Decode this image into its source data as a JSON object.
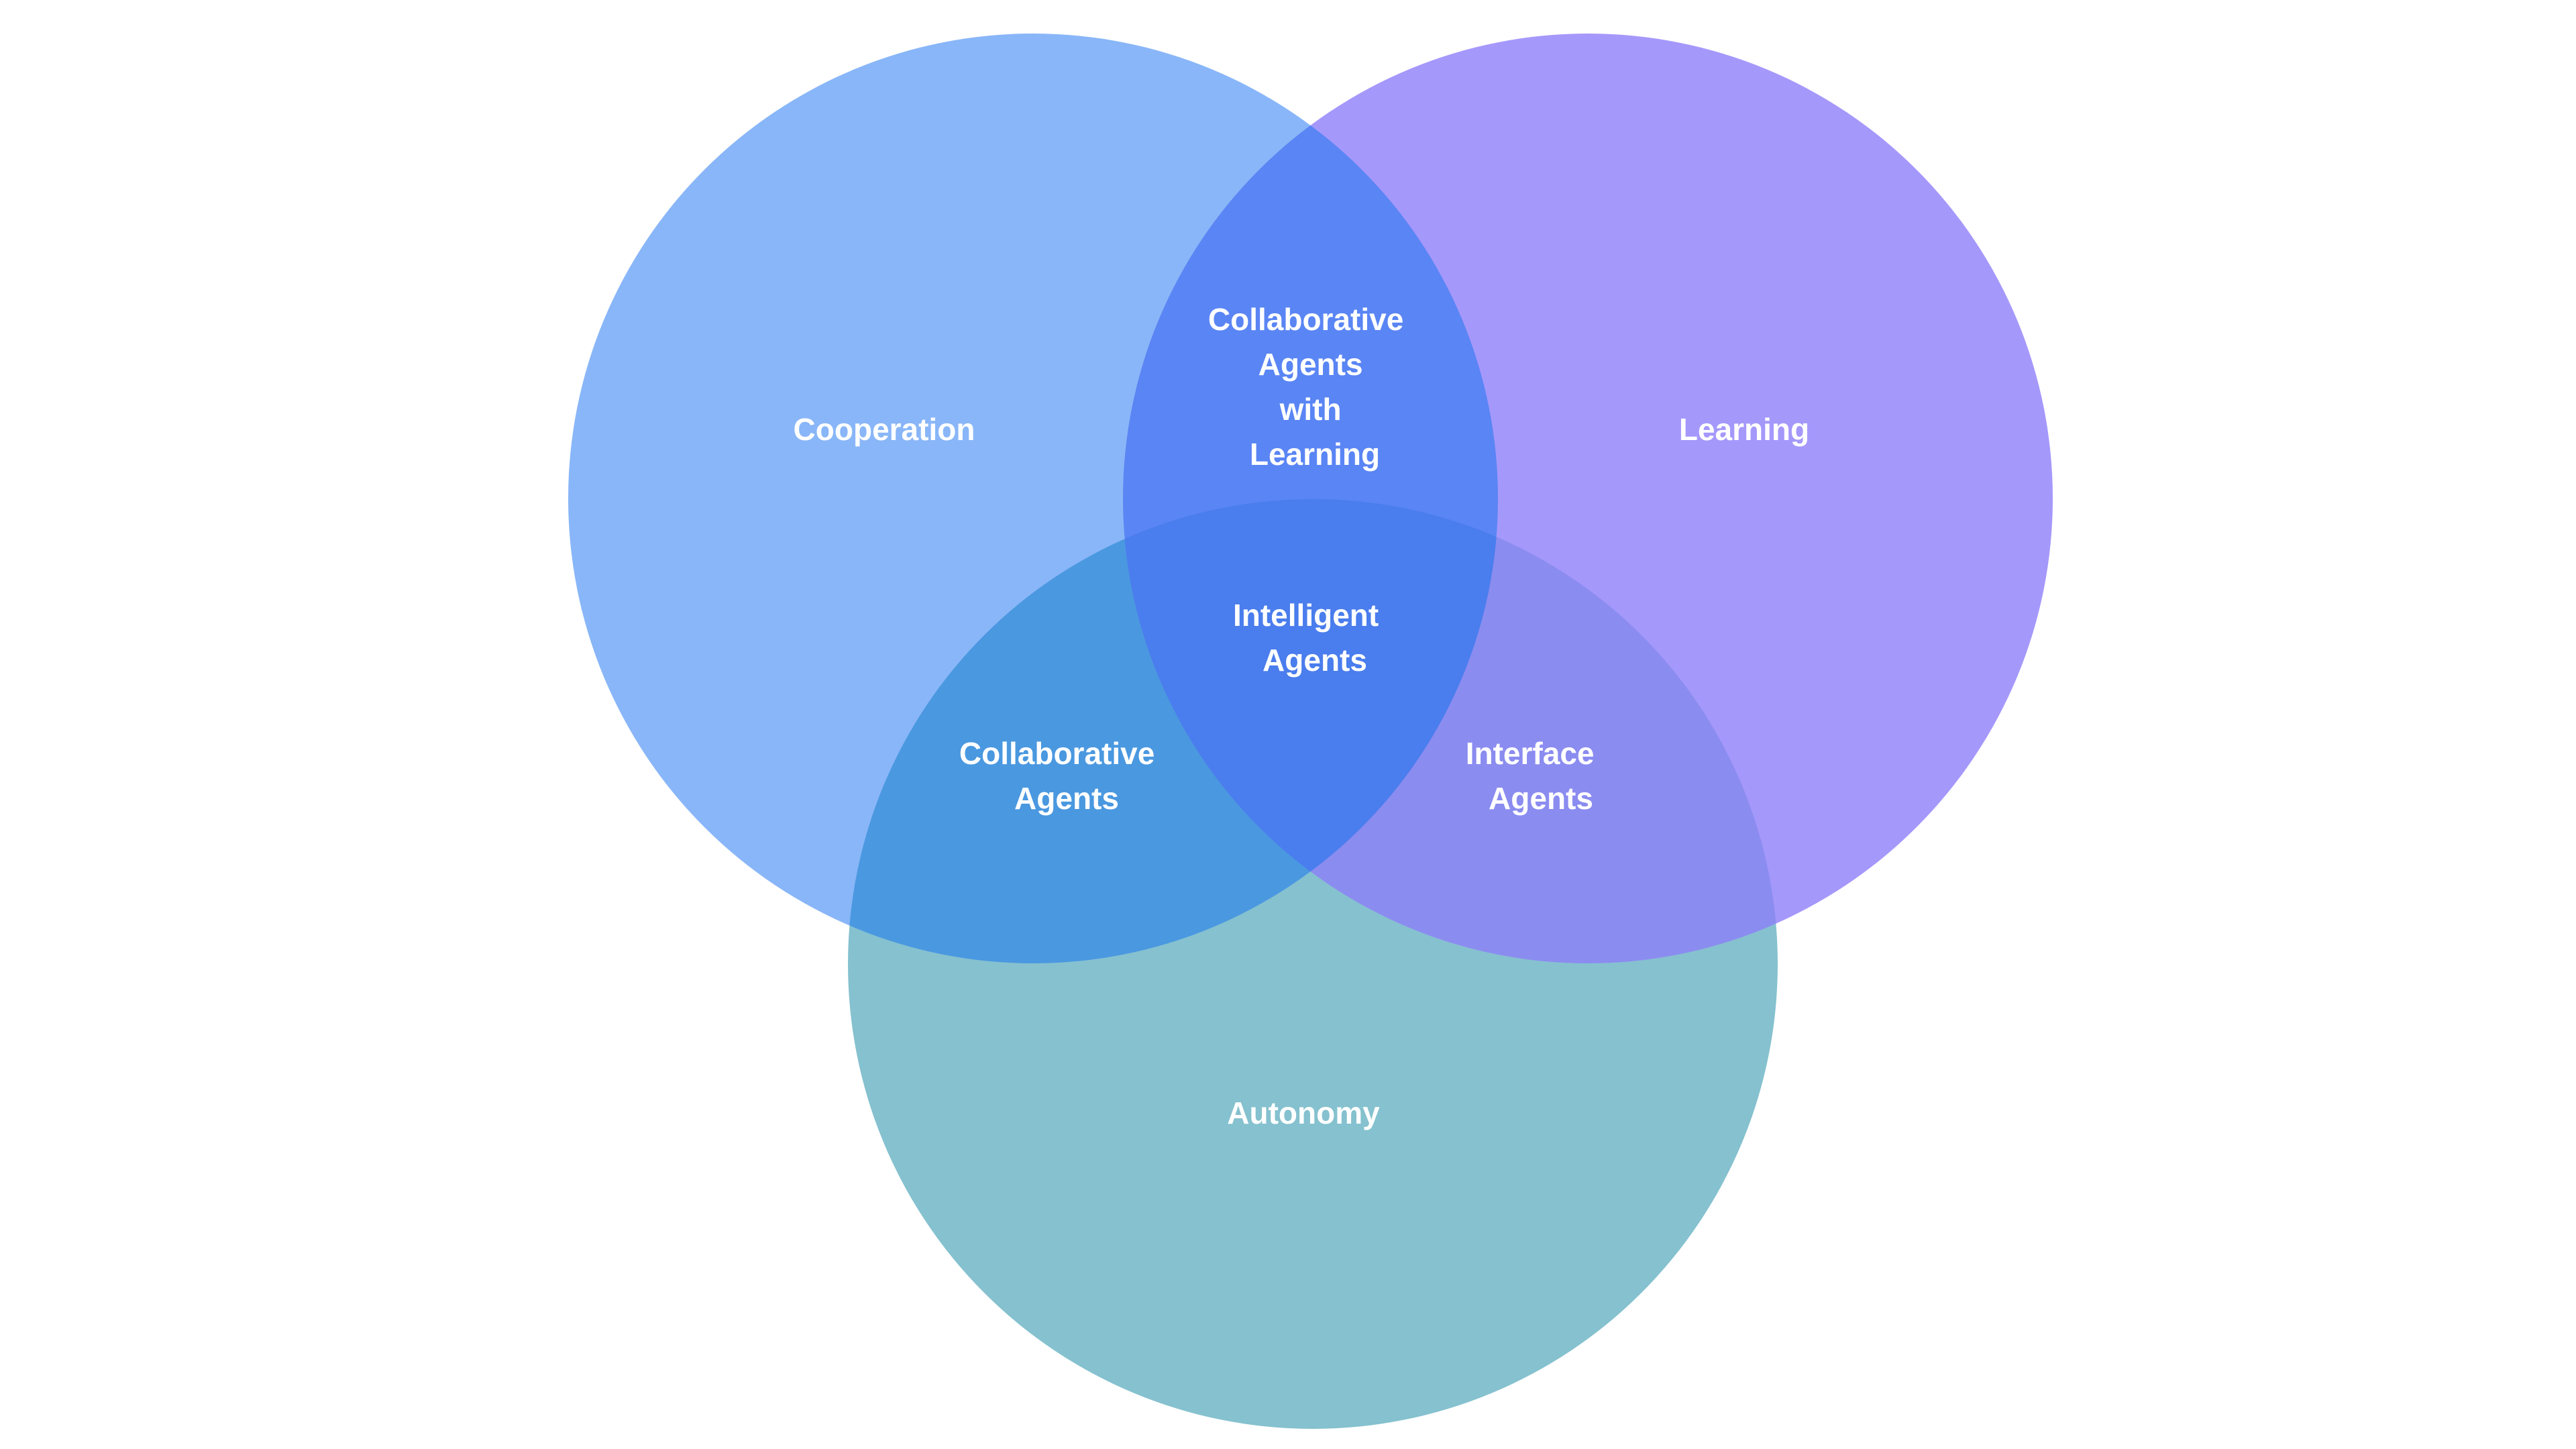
{
  "sets": [
    {
      "key": "cooperation",
      "label": "Cooperation",
      "color": "#89b6f8"
    },
    {
      "key": "learning",
      "label": "Learning",
      "color": "#a598fb"
    },
    {
      "key": "autonomy",
      "label": "Autonomy",
      "color": "#85c1cf"
    }
  ],
  "intersections": {
    "cooperation_learning": {
      "lines": [
        "Collaborative",
        "Agents",
        "with",
        "Learning"
      ],
      "color": "#5a85f4"
    },
    "cooperation_autonomy": {
      "lines": [
        "Collaborative",
        "Agents"
      ],
      "color": "#4a98e0"
    },
    "learning_autonomy": {
      "lines": [
        "Interface",
        "Agents"
      ],
      "color": "#8b8cf0"
    },
    "all": {
      "lines": [
        "Intelligent",
        "Agents"
      ],
      "color": "#4a7ded"
    }
  }
}
